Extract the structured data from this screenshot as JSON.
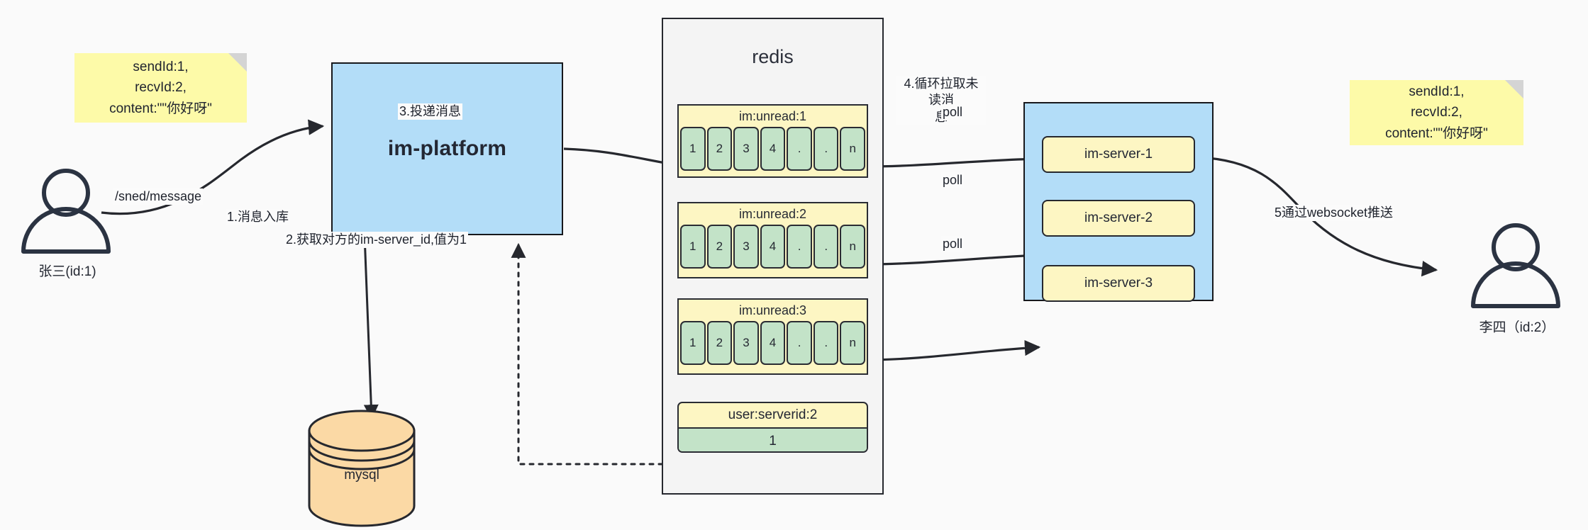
{
  "diagram": {
    "title": "IM message delivery architecture",
    "colors": {
      "note_yellow": "#fdfaa8",
      "box_blue": "#b3ddf8",
      "cell_green": "#c3e3c8",
      "key_yellow": "#fdf6c3",
      "mysql_orange": "#fbd9a5",
      "stroke": "#26282e",
      "background": "#fafafa"
    },
    "actors": {
      "sender": {
        "label": "张三(id:1)",
        "icon": "person-icon"
      },
      "receiver": {
        "label": "李四（id:2）",
        "icon": "person-icon"
      }
    },
    "notes": {
      "left": "sendId:1,\nrecvId:2,\ncontent:\"\"你好呀\"",
      "right": "sendId:1,\nrecvId:2,\ncontent:\"\"你好呀\""
    },
    "platform": {
      "label": "im-platform"
    },
    "mysql": {
      "label": "mysql"
    },
    "redis": {
      "title": "redis",
      "unread_lists": [
        {
          "key": "im:unread:1",
          "cells": [
            "1",
            "2",
            "3",
            "4",
            ".",
            ".",
            "n"
          ]
        },
        {
          "key": "im:unread:2",
          "cells": [
            "1",
            "2",
            "3",
            "4",
            ".",
            ".",
            "n"
          ]
        },
        {
          "key": "im:unread:3",
          "cells": [
            "1",
            "2",
            "3",
            "4",
            ".",
            ".",
            "n"
          ]
        }
      ],
      "kv": {
        "key": "user:serverid:2",
        "value": "1"
      }
    },
    "servers": [
      {
        "label": "im-server-1"
      },
      {
        "label": "im-server-2"
      },
      {
        "label": "im-server-3"
      }
    ],
    "edges": {
      "send_message": "/sned/message",
      "step1": "1.消息入库",
      "step2": "2.获取对方的im-server_id,值为1",
      "step3": "3.投递消息",
      "step4": "4.循环拉取未读消\n息",
      "step5": "5通过websocket推送",
      "poll1": "poll",
      "poll2": "poll",
      "poll3": "poll"
    }
  }
}
